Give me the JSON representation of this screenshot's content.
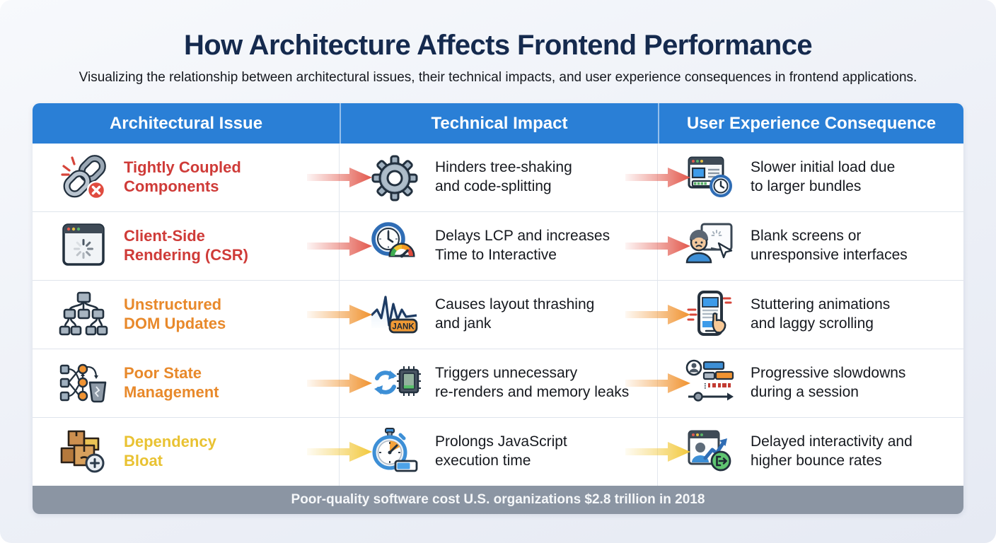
{
  "page": {
    "title": "How Architecture Affects Frontend Performance",
    "subtitle": "Visualizing the relationship between architectural issues, their technical impacts, and user experience consequences in frontend applications."
  },
  "colors": {
    "title": "#152a4e",
    "header_bg": "#2a7fd6",
    "footer_bg": "#8b95a3",
    "severity_red": "#cf3b38",
    "severity_orange": "#e8892b",
    "severity_yellow": "#e9c232"
  },
  "table": {
    "headers": [
      "Architectural Issue",
      "Technical Impact",
      "User Experience Consequence"
    ],
    "footer": "Poor-quality software cost U.S. organizations $2.8 trillion in 2018",
    "rows": [
      {
        "issue": {
          "icon": "broken-chain-icon",
          "label": "Tightly Coupled\nComponents",
          "color": "#cf3b38"
        },
        "impact": {
          "icon": "gear-icon",
          "text": "Hinders tree-shaking\nand code-splitting"
        },
        "consequence": {
          "icon": "browser-loading-clock-icon",
          "text": "Slower initial load due\nto larger bundles"
        },
        "arrow_color": "#e2574b"
      },
      {
        "issue": {
          "icon": "browser-spinner-icon",
          "label": "Client-Side\nRendering (CSR)",
          "color": "#cf3b38"
        },
        "impact": {
          "icon": "clock-speedometer-icon",
          "text": "Delays LCP and increases\nTime to Interactive"
        },
        "consequence": {
          "icon": "frustrated-user-screen-icon",
          "text": "Blank screens or\nunresponsive interfaces"
        },
        "arrow_color": "#e2574b"
      },
      {
        "issue": {
          "icon": "dom-tree-icon",
          "label": "Unstructured\nDOM Updates",
          "color": "#e8892b"
        },
        "impact": {
          "icon": "jank-waveform-icon",
          "text": "Causes layout thrashing\nand jank"
        },
        "consequence": {
          "icon": "phone-touch-scroll-icon",
          "text": "Stuttering animations\nand laggy scrolling"
        },
        "arrow_color": "#f0922e"
      },
      {
        "issue": {
          "icon": "tangled-state-trash-icon",
          "label": "Poor State\nManagement",
          "color": "#e8892b"
        },
        "impact": {
          "icon": "rerender-cpu-icon",
          "text": "Triggers unnecessary\nre-renders and memory leaks"
        },
        "consequence": {
          "icon": "session-timeline-icon",
          "text": "Progressive slowdowns\nduring a session"
        },
        "arrow_color": "#f0922e"
      },
      {
        "issue": {
          "icon": "package-boxes-icon",
          "label": "Dependency\nBloat",
          "color": "#e9c232"
        },
        "impact": {
          "icon": "stopwatch-progress-icon",
          "text": "Prolongs JavaScript\nexecution time"
        },
        "consequence": {
          "icon": "user-exit-chart-icon",
          "text": "Delayed interactivity and\nhigher bounce rates"
        },
        "arrow_color": "#f2c83b"
      }
    ]
  }
}
